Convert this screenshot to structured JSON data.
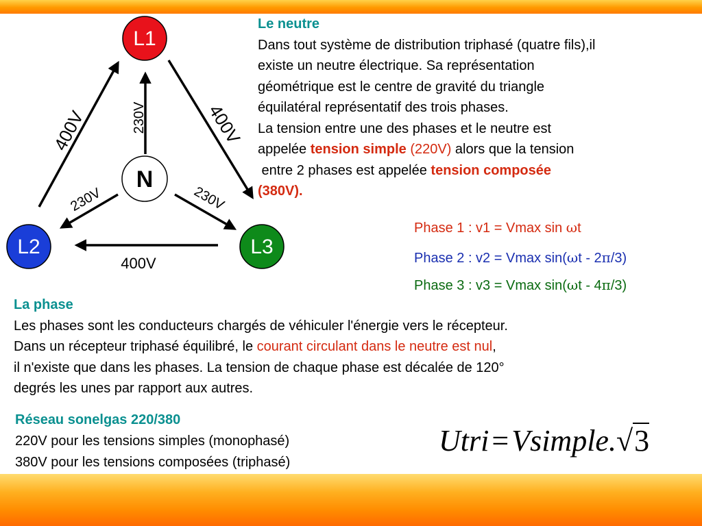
{
  "diagram": {
    "L1": "L1",
    "L2": "L2",
    "L3": "L3",
    "N": "N",
    "l1_l2": "400V",
    "l1_l3": "400V",
    "l3_l2": "400V",
    "n_l1": "230V",
    "n_l2": "230V",
    "n_l3": "230V",
    "colors": {
      "L1": "#e8121b",
      "L2": "#1a3ed8",
      "L3": "#0e8a1a"
    }
  },
  "neutre": {
    "title": "Le neutre",
    "line1": "Dans tout système de distribution triphasé (quatre fils),il",
    "line2": "existe un neutre électrique. Sa représentation",
    "line3": "géométrique est le centre de gravité du triangle",
    "line4": "équilatéral  représentatif des trois phases.",
    "line5": "La tension entre une des phases et le neutre est",
    "line6a": "appelée ",
    "line6b": "tension simple",
    "line6c": " (220V)",
    "line6d": " alors que la tension",
    "line7a": " entre 2 phases est appelée ",
    "line7b": "tension composée",
    "line8": "(380V)."
  },
  "phases": {
    "p1_pre": "Phase 1 : v1 = Vmax sin ",
    "p1_post": "t",
    "p2_pre": "Phase 2 : v2 = Vmax sin(",
    "p2_mid": "t - 2",
    "p2_post": "/3)",
    "p3_pre": "Phase 3 : v3 = Vmax sin(",
    "p3_mid": "t - 4",
    "p3_post": "/3)",
    "omega": "ω",
    "pi": "π",
    "colors": {
      "p1": "#d42a10",
      "p2": "#1a2fb0",
      "p3": "#0a6a10"
    }
  },
  "phase_section": {
    "title": "La phase",
    "line1": "Les phases sont les conducteurs chargés de véhiculer l'énergie vers le récepteur.",
    "line2a": "Dans un récepteur triphasé équilibré, le ",
    "line2b": "courant circulant dans le neutre est nul",
    "line2c": ",",
    "line3": "il n'existe que dans les phases. La tension de chaque phase est décalée de 120°",
    "line4": "degrés les unes par rapport aux autres."
  },
  "reseau": {
    "title": "Réseau sonelgas 220/380",
    "line1": "220V pour les tensions simples (monophasé)",
    "line2": "380V pour les tensions composées (triphasé)"
  },
  "formula": {
    "lhs": "Utri",
    "eq": "=",
    "rhs": "Vsimple.",
    "radicand": "3"
  }
}
